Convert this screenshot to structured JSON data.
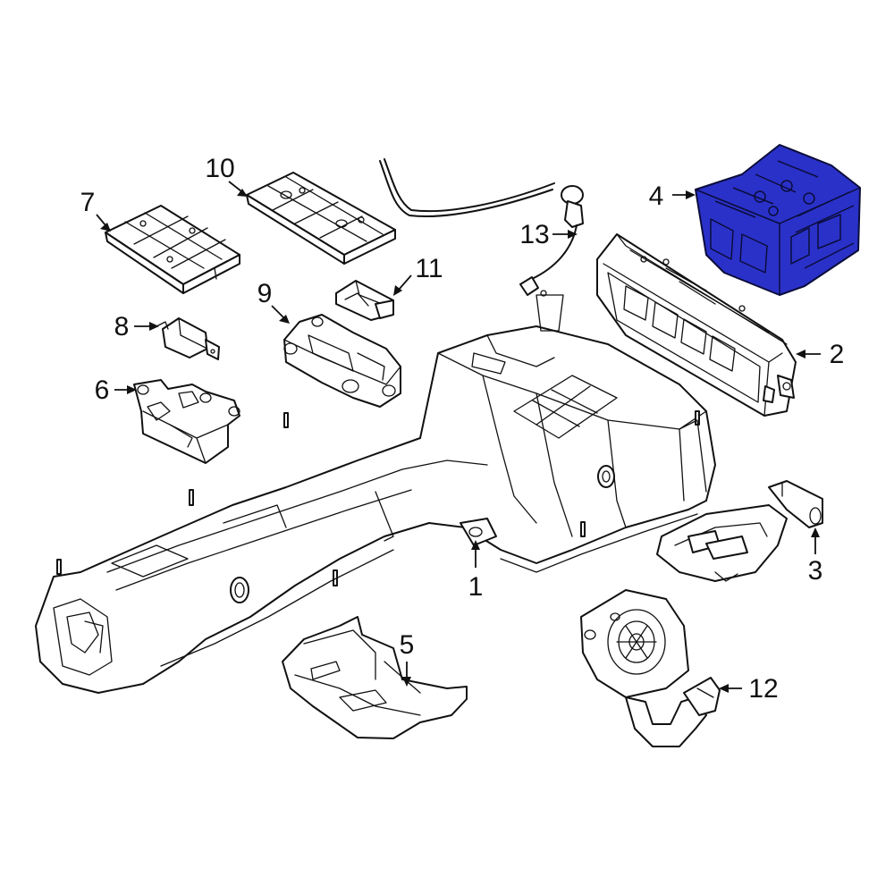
{
  "diagram": {
    "highlight_color": "#2a31c9",
    "highlighted_part": "4",
    "callouts": [
      {
        "id": "c1",
        "number": "1"
      },
      {
        "id": "c2",
        "number": "2"
      },
      {
        "id": "c3",
        "number": "3"
      },
      {
        "id": "c4",
        "number": "4"
      },
      {
        "id": "c5",
        "number": "5"
      },
      {
        "id": "c6",
        "number": "6"
      },
      {
        "id": "c7",
        "number": "7"
      },
      {
        "id": "c8",
        "number": "8"
      },
      {
        "id": "c9",
        "number": "9"
      },
      {
        "id": "c10",
        "number": "10"
      },
      {
        "id": "c11",
        "number": "11"
      },
      {
        "id": "c12",
        "number": "12"
      },
      {
        "id": "c13",
        "number": "13"
      }
    ]
  }
}
